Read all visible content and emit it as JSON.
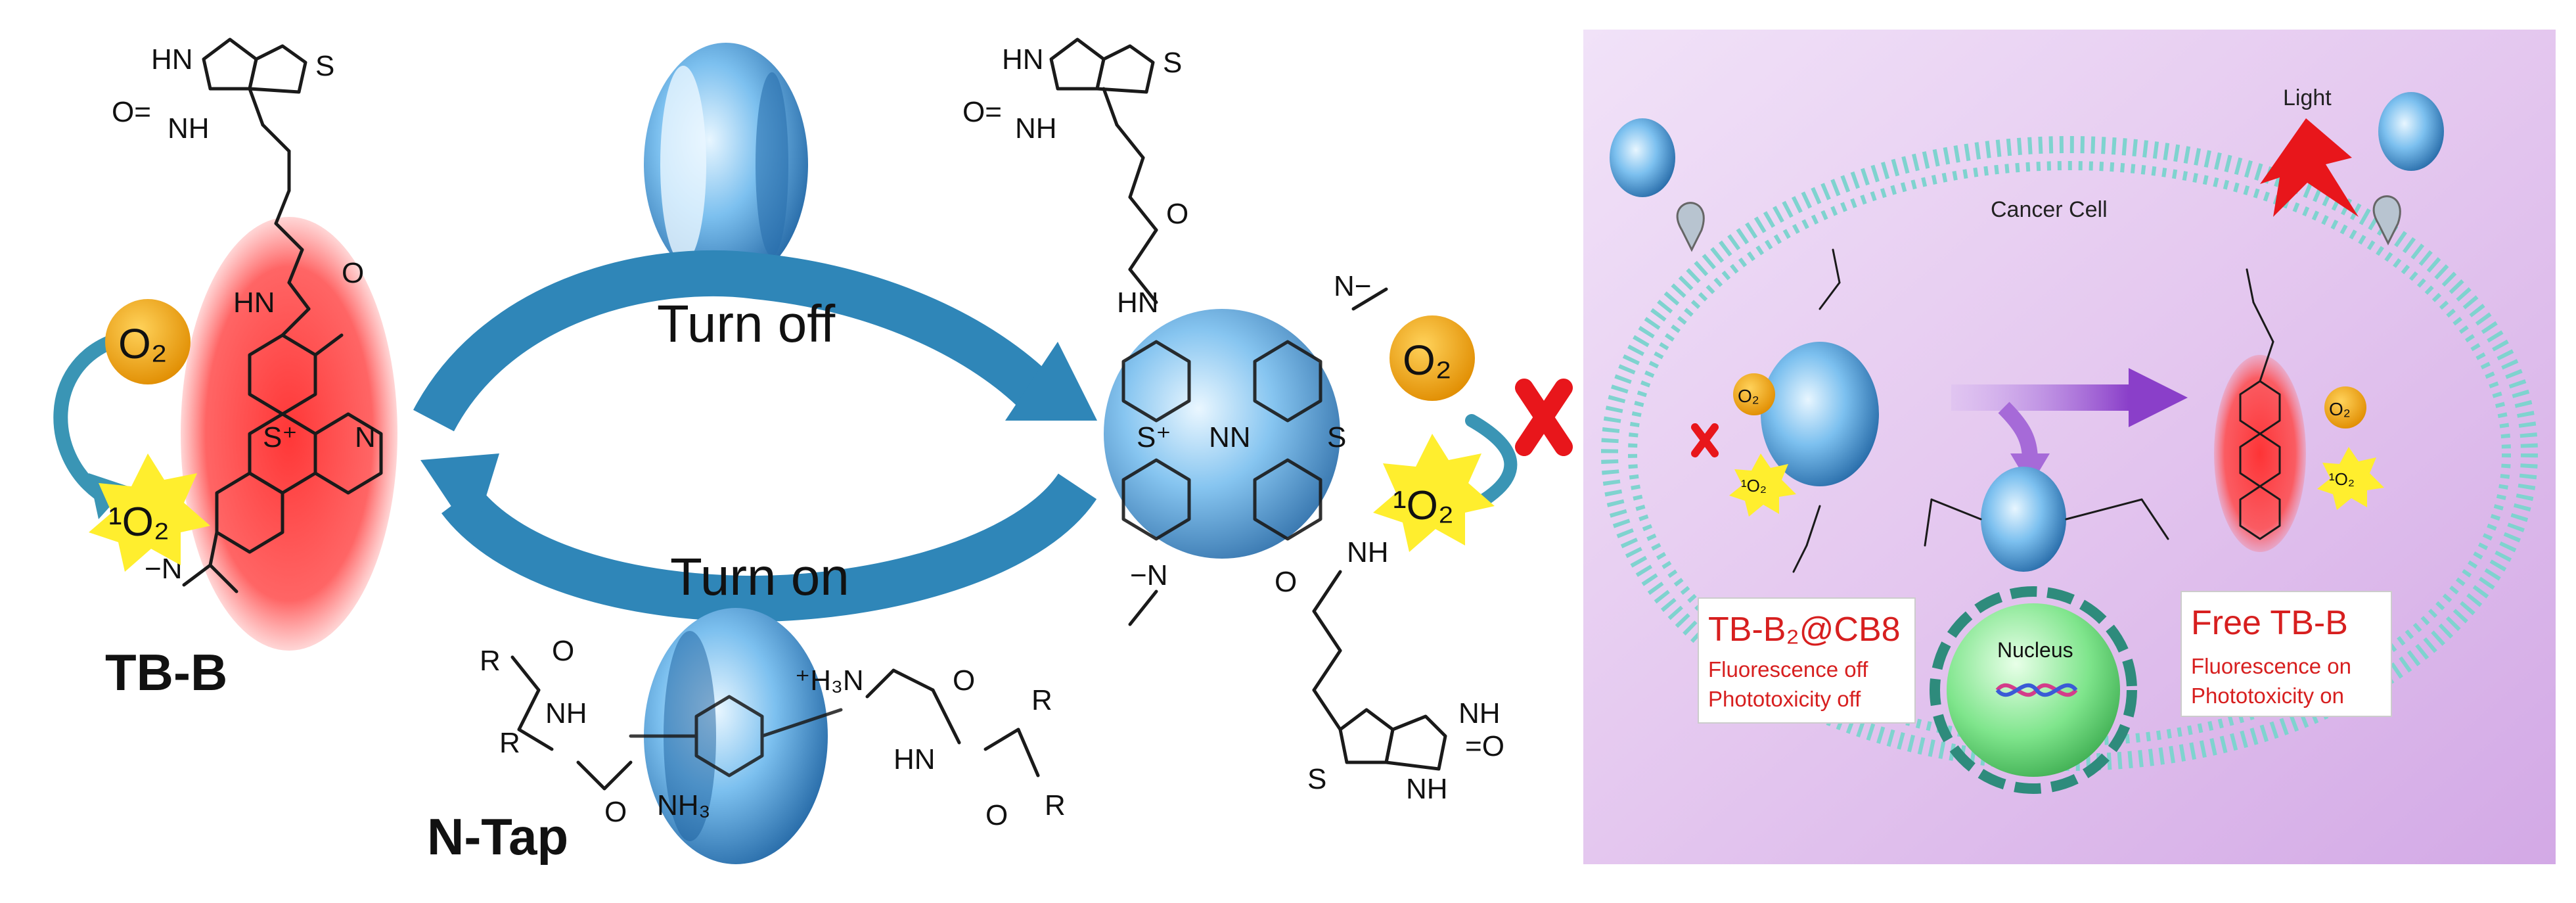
{
  "left": {
    "compound_label": "TB-B",
    "o2_label": "O₂",
    "singlet_o2_label": "¹O₂"
  },
  "center": {
    "turn_off_label": "Turn off",
    "turn_on_label": "Turn on",
    "peptide_label": "N-Tap"
  },
  "right_structure": {
    "o2_label": "O₂",
    "singlet_o2_label": "¹O₂"
  },
  "panel": {
    "cell_label": "Cancer Cell",
    "light_label": "Light",
    "nucleus_label": "Nucleus",
    "complex_title": "TB-B₂@CB8",
    "complex_line1": "Fluorescence off",
    "complex_line2": "Phototoxicity off",
    "free_title": "Free TB-B",
    "free_line1": "Fluorescence on",
    "free_line2": "Phototoxicity on",
    "o2_label": "O₂",
    "singlet_o2_label": "¹O₂"
  },
  "colors": {
    "highlight_red": "#ff3b3b",
    "label_red": "#e0191b",
    "label_blue": "#1f36d6",
    "arrow_blue": "#2f86b8",
    "cage_blue": "#5aa9e6",
    "o2_orange": "#f2a316",
    "singlet_yellow": "#ffee2e",
    "panel_purple": "#e2c8f0",
    "nucleus_green": "#7ae38a"
  }
}
